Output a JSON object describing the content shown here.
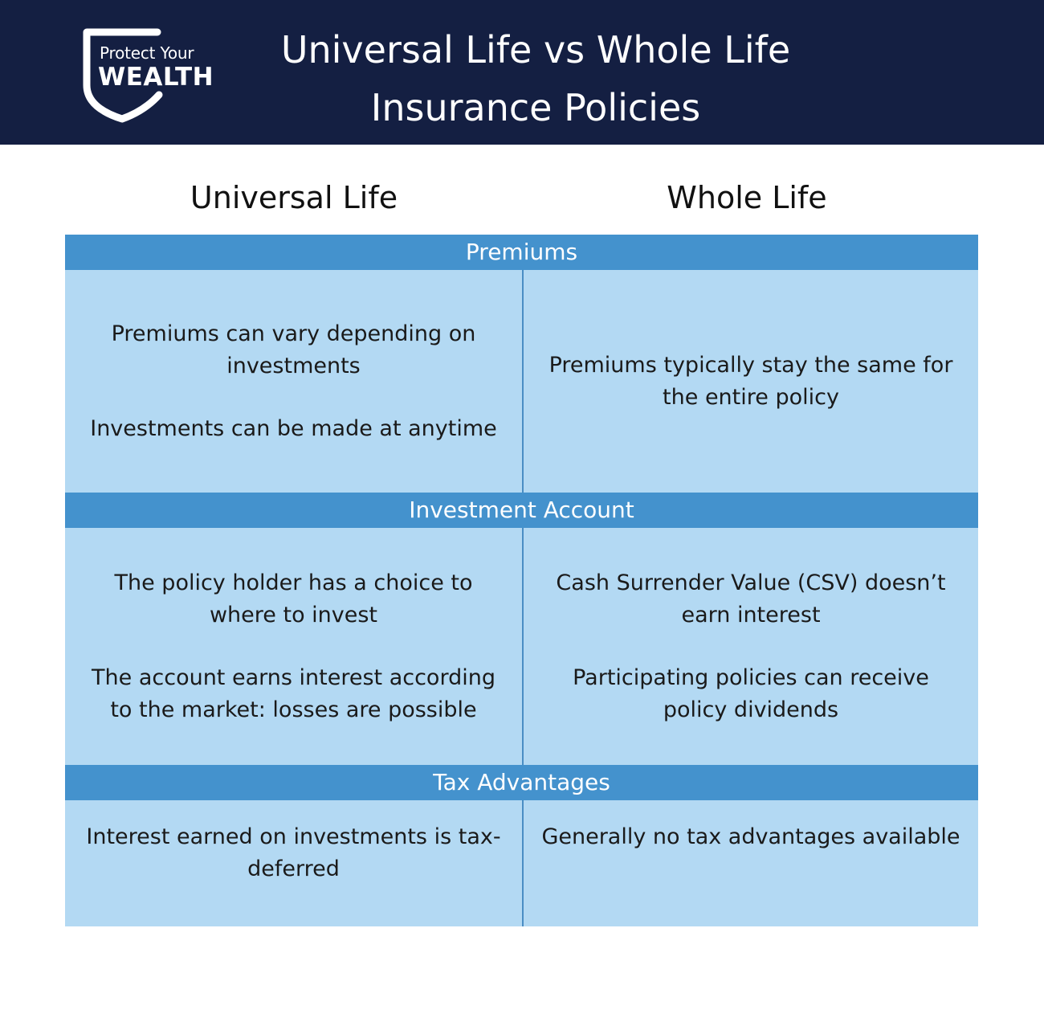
{
  "brand": {
    "line1": "Protect Your",
    "line2": "WEALTH"
  },
  "header": {
    "title_line1": "Universal Life vs Whole Life",
    "title_line2": "Insurance Policies",
    "bg_color": "#141f42"
  },
  "columns": {
    "left": "Universal Life",
    "right": "Whole Life"
  },
  "sections": [
    {
      "title": "Premiums",
      "left": [
        "Premiums can vary depending on investments",
        "Investments can be made at anytime"
      ],
      "right": [
        "Premiums typically stay the same for the entire policy"
      ]
    },
    {
      "title": "Investment Account",
      "left": [
        "The policy holder has a choice to where to invest",
        "The account earns interest according to the market: losses are possible"
      ],
      "right": [
        "Cash Surrender Value (CSV) doesn’t earn interest",
        "Participating policies can receive policy dividends"
      ]
    },
    {
      "title": "Tax Advantages",
      "left": [
        "Interest earned on investments is tax-deferred"
      ],
      "right": [
        "Generally no tax advantages available"
      ]
    }
  ],
  "colors": {
    "section_bar": "#4492cd",
    "section_body": "#b3d9f3"
  }
}
